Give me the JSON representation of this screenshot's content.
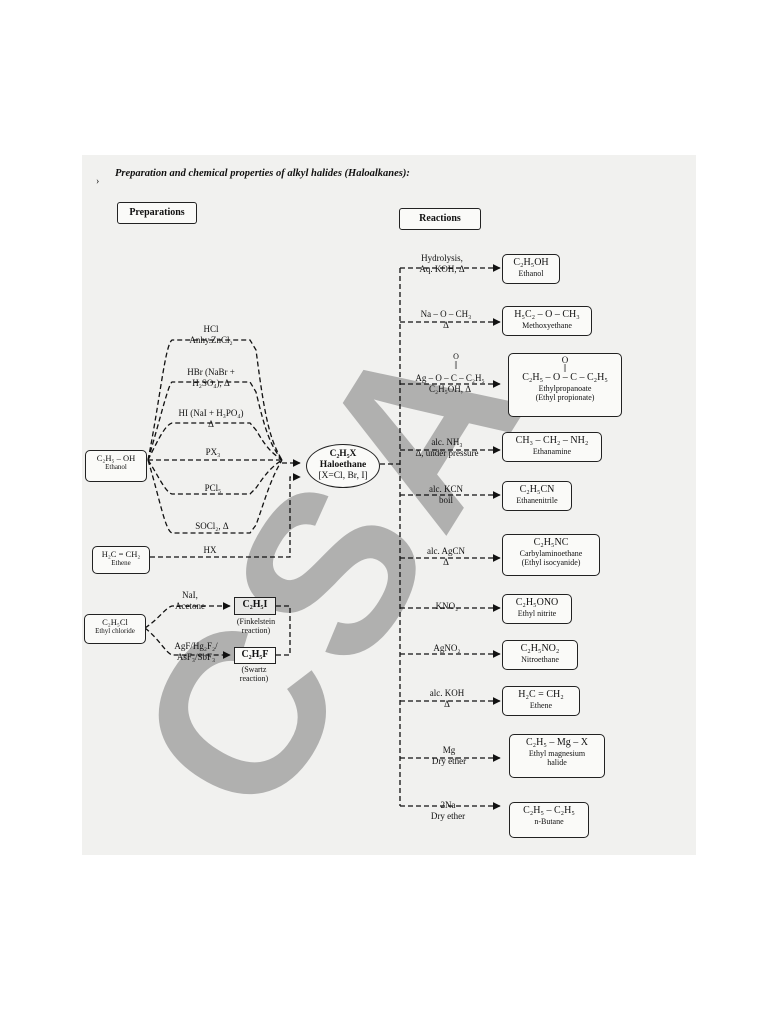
{
  "title": "Preparation and chemical properties of alkyl halides (Haloalkanes):",
  "preparations_header": "Preparations",
  "reactions_header": "Reactions",
  "center": {
    "formula": "C₂H₅X",
    "name": "Haloethane",
    "halogens": "[X=Cl, Br, I]"
  },
  "sources": {
    "ethanol": {
      "formula": "C₂H₅ – OH",
      "name": "Ethanol"
    },
    "ethene": {
      "formula": "H₂C = CH₂",
      "name": "Ethene"
    },
    "ethyl_chloride": {
      "formula": "C₂H₅Cl",
      "name": "Ethyl chloride"
    }
  },
  "prep_reagents": [
    {
      "line1": "HCl",
      "line2": "Anhy.ZnCl₂"
    },
    {
      "line1": "HBr (NaBr +",
      "line2": "H₂SO₄), Δ"
    },
    {
      "line1": "HI (NaI + H₃PO₄)",
      "line2": "Δ"
    },
    {
      "line1": "PX₃",
      "line2": ""
    },
    {
      "line1": "PCl₅",
      "line2": ""
    },
    {
      "line1": "SOCl₂, Δ",
      "line2": ""
    }
  ],
  "ethene_reagent": "HX",
  "finkelstein": {
    "reagent1": "NaI,",
    "reagent2": "Acetone",
    "product": "C₂H₅I",
    "note1": "(Finkelstein",
    "note2": "reaction)"
  },
  "swartz": {
    "reagent1": "AgF/Hg₂F₂/",
    "reagent2": "AsF₃/SbF₃",
    "product": "C₂H₅F",
    "note1": "(Swartz",
    "note2": "reaction)"
  },
  "reactions": [
    {
      "reagent1": "Hydrolysis,",
      "reagent2": "Aq. KOH, Δ",
      "formula": "C₂H₅OH",
      "name": "Ethanol",
      "name2": ""
    },
    {
      "reagent1": "Na – O – CH₃",
      "reagent2": "Δ",
      "formula": "H₅C₂ – O – CH₃",
      "name": "Methoxyethane",
      "name2": ""
    },
    {
      "reagent1": "Ag – O – C – C₂H₅",
      "reagent2": "C₂H₅OH, Δ",
      "formula": "C₂H₅ – O – C – C₂H₅",
      "name": "Ethylpropanoate",
      "name2": "(Ethyl propionate)"
    },
    {
      "reagent1": "alc. NH₃",
      "reagent2": "Δ, under pressure",
      "formula": "CH₃ – CH₂ – NH₂",
      "name": "Ethanamine",
      "name2": ""
    },
    {
      "reagent1": "alc. KCN",
      "reagent2": "boil",
      "formula": "C₂H₅CN",
      "name": "Ethanenitrile",
      "name2": ""
    },
    {
      "reagent1": "alc. AgCN",
      "reagent2": "Δ",
      "formula": "C₂H₅NC",
      "name": "Carbylaminoethane",
      "name2": "(Ethyl isocyanide)"
    },
    {
      "reagent1": "KNO₂",
      "reagent2": "",
      "formula": "C₂H₅ONO",
      "name": "Ethyl nitrite",
      "name2": ""
    },
    {
      "reagent1": "AgNO₂",
      "reagent2": "",
      "formula": "C₂H₅NO₂",
      "name": "Nitroethane",
      "name2": ""
    },
    {
      "reagent1": "alc. KOH",
      "reagent2": "Δ",
      "formula": "H₂C = CH₂",
      "name": "Ethene",
      "name2": ""
    },
    {
      "reagent1": "Mg",
      "reagent2": "Dry ether",
      "formula": "C₂H₅ – Mg – X",
      "name": "Ethyl magnesium",
      "name2": "halide"
    },
    {
      "reagent1": "2Na",
      "reagent2": "Dry ether",
      "formula": "C₂H₅ – C₂H₅",
      "name": "n-Butane",
      "name2": ""
    }
  ],
  "carbonyl": {
    "oxygen": "O",
    "bond": "||"
  },
  "watermark": "CSA",
  "colors": {
    "watermark": "#9a9a9a",
    "sheet": "#f1f1ef",
    "ink": "#111111"
  }
}
